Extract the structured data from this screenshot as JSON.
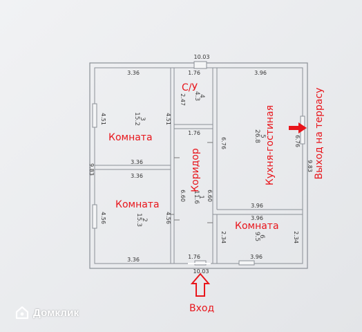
{
  "plan": {
    "overall_width": "10.03",
    "overall_width_bottom": "10.03",
    "overall_height_left": "9.83",
    "overall_height_right": "9.83",
    "dims": {
      "top_left_room_w": "3.36",
      "top_bath_w": "1.76",
      "top_kitchen_w": "3.96",
      "bath_h": "2.47",
      "left_room1_h_outer": "4.51",
      "left_room1_h_inner": "4.51",
      "corridor_top_w": "1.76",
      "kitchen_h": "6.76",
      "kitchen_h_right": "6.76",
      "mid_left_w_top": "3.36",
      "mid_left_w_bottom": "3.36",
      "corridor_h_left": "6.60",
      "corridor_h_right": "6.60",
      "kitchen_bottom_w": "3.96",
      "left_room2_h_outer": "4.56",
      "left_room2_h_inner": "4.56",
      "room3_top_w": "3.96",
      "room3_h_left": "2.34",
      "room3_h_right": "2.34",
      "bottom_left_w": "3.36",
      "bottom_corridor_w": "1.76",
      "bottom_right_w": "3.96"
    },
    "room_numbers": {
      "room1": "3",
      "room1_area": "15.2",
      "bath": "4",
      "bath_area": "4.3",
      "kitchen": "5",
      "kitchen_area": "26.8",
      "corridor": "1",
      "corridor_area": "11.6",
      "room2": "2",
      "room2_area": "15.3",
      "room3": "6",
      "room3_area": "9.5"
    },
    "labels": {
      "bath": "С/У",
      "room_top_left": "Комната",
      "corridor": "Коридор",
      "kitchen": "Кухня-гостиная",
      "terrace_exit": "Выход на террасу",
      "room_bottom_left": "Комната",
      "room_bottom_right": "Комната",
      "entrance": "Вход"
    }
  },
  "watermark": {
    "brand": "Домклик",
    "icon": "domclick-house-icon"
  },
  "colors": {
    "annotation": "#e8151b",
    "wall": "#8a8f96",
    "background": "#e9eaec"
  }
}
